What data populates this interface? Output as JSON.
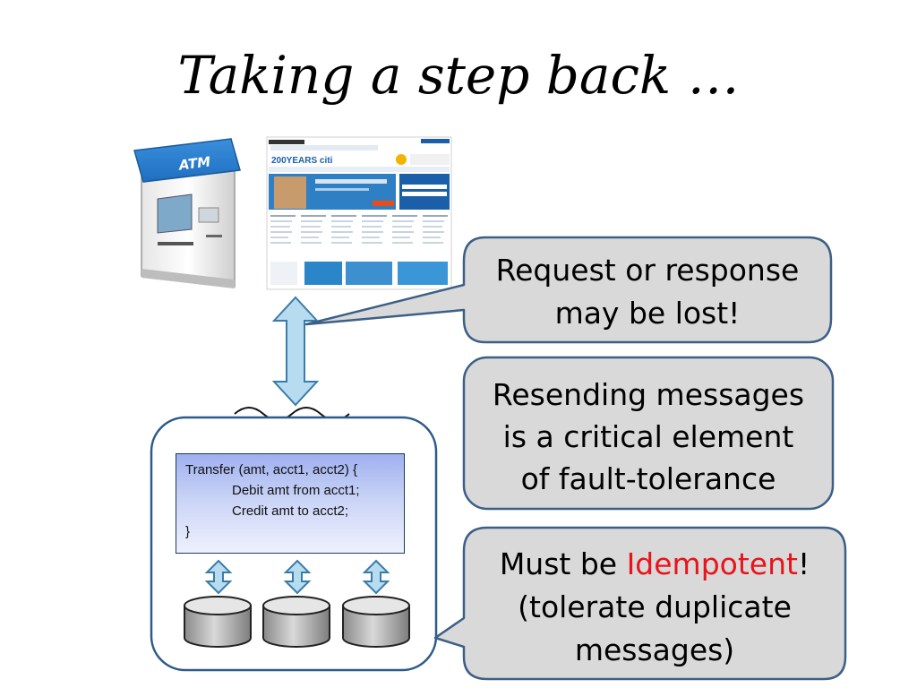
{
  "title": "Taking a step back …",
  "atm": {
    "label": "ATM"
  },
  "website": {
    "brand": "200YEARS citi"
  },
  "code": {
    "line1": "Transfer (amt, acct1, acct2) {",
    "line2": "Debit amt from acct1;",
    "line3": "Credit amt to acct2;",
    "line4": "}"
  },
  "callouts": {
    "lost": {
      "line1": "Request or response",
      "line2": "may be lost!"
    },
    "resend": {
      "line1": "Resending messages",
      "line2": "is a critical element",
      "line3": "of fault-tolerance"
    },
    "idem": {
      "prefix": "Must be ",
      "highlight": "Idempotent",
      "suffix": "!",
      "line2": "(tolerate duplicate",
      "line3": "messages)",
      "highlight_color": "#e8141b"
    }
  },
  "colors": {
    "callout_fill": "#d9d9d9",
    "callout_stroke": "#3b5f86",
    "arrow_fill": "#b7dcef",
    "arrow_stroke": "#3a7ca8"
  }
}
